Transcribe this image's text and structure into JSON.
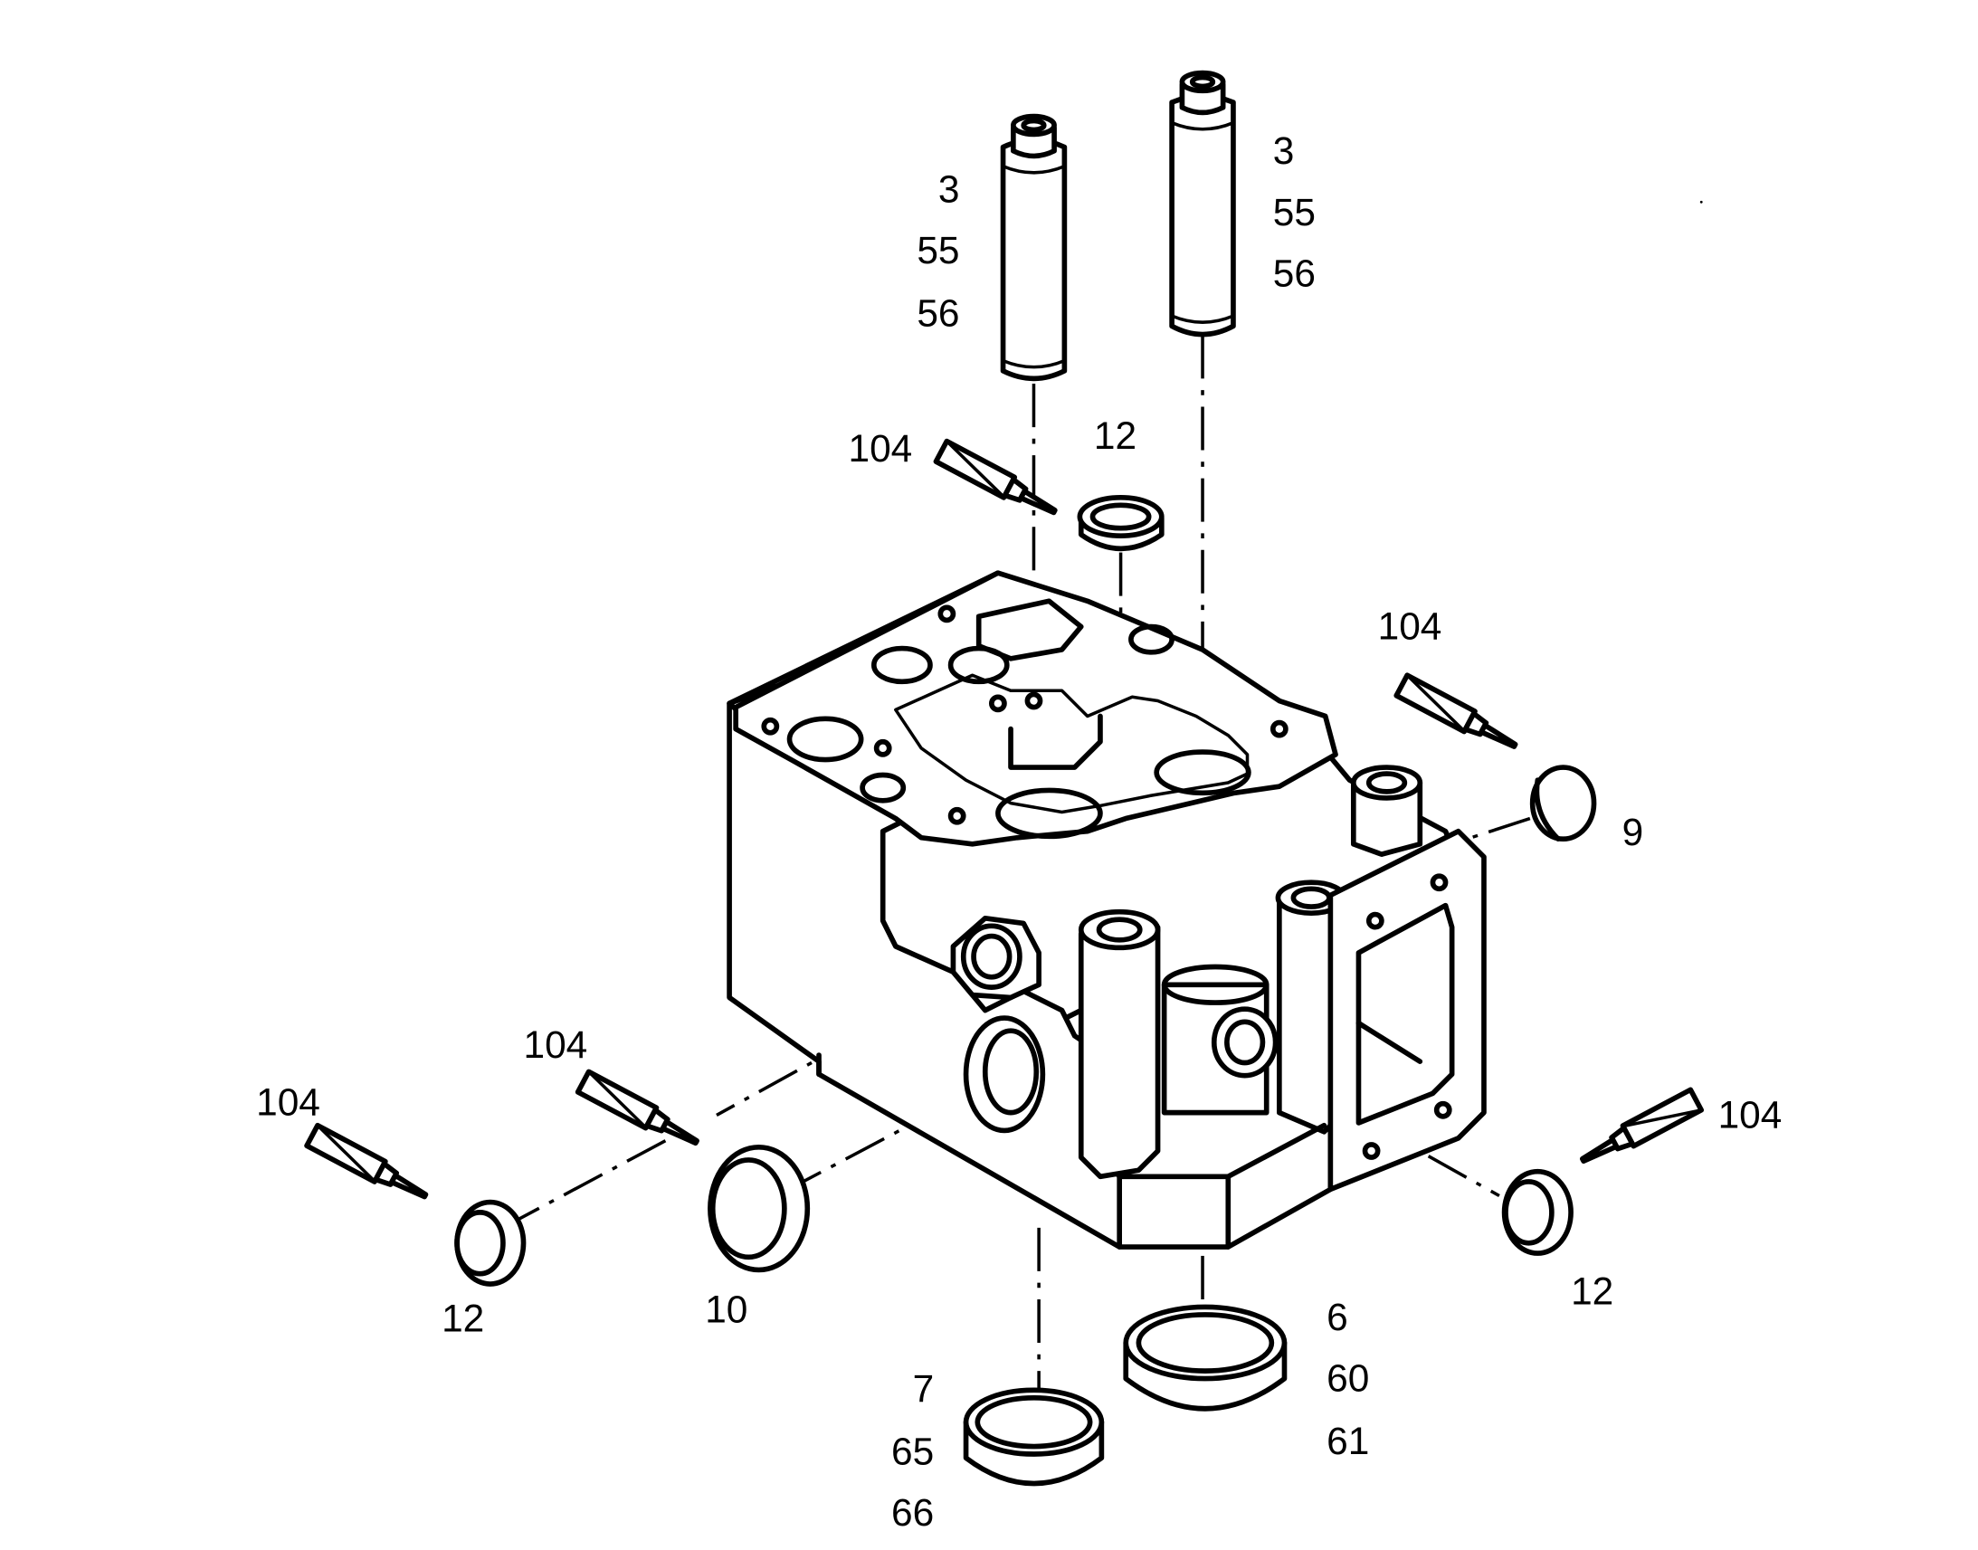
{
  "callouts": {
    "guide_left": [
      "3",
      "55",
      "56"
    ],
    "guide_right": [
      "3",
      "55",
      "56"
    ],
    "sealant_top": "104",
    "ring_top": "12",
    "sealant_right": "104",
    "plug_right": "9",
    "sealant_left_outer": "104",
    "sealant_left_inner": "104",
    "sealant_front_right": "104",
    "ring_left": "12",
    "ring_front": "10",
    "ring_right": "12",
    "seat_right": [
      "6",
      "60",
      "61"
    ],
    "seat_left": [
      "7",
      "65",
      "66"
    ]
  }
}
